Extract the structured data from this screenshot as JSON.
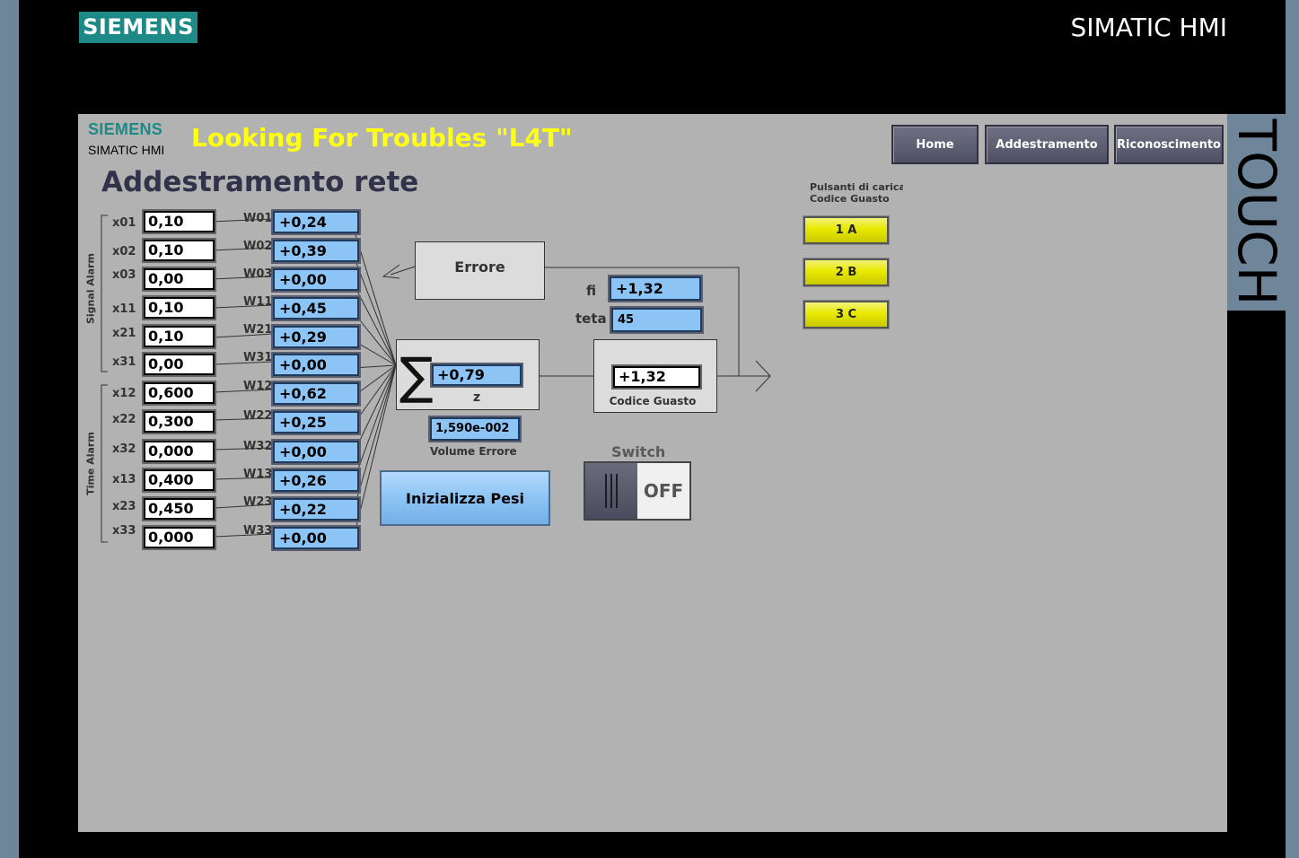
{
  "header": {
    "brand": "SIEMENS",
    "product": "SIMATIC HMI",
    "side_label": "TOUCH"
  },
  "screen": {
    "brand": "SIEMENS",
    "product": "SIMATIC HMI",
    "app_title": "Looking For Troubles \"L4T\"",
    "page_title": "Addestramento rete",
    "nav": {
      "home": "Home",
      "training": "Addestramento",
      "recognition": "Riconoscimento"
    },
    "groups": {
      "signal": "Signal Alarm",
      "time": "Time Alarm"
    },
    "inputs": [
      {
        "xlabel": "x01",
        "x": "0,10",
        "wlabel": "W01",
        "w": "+0,24"
      },
      {
        "xlabel": "x02",
        "x": "0,10",
        "wlabel": "W02",
        "w": "+0,39"
      },
      {
        "xlabel": "x03",
        "x": "0,00",
        "wlabel": "W03",
        "w": "+0,00"
      },
      {
        "xlabel": "x11",
        "x": "0,10",
        "wlabel": "W11",
        "w": "+0,45"
      },
      {
        "xlabel": "x21",
        "x": "0,10",
        "wlabel": "W21",
        "w": "+0,29"
      },
      {
        "xlabel": "x31",
        "x": "0,00",
        "wlabel": "W31",
        "w": "+0,00"
      },
      {
        "xlabel": "x12",
        "x": "0,600",
        "wlabel": "W12",
        "w": "+0,62"
      },
      {
        "xlabel": "x22",
        "x": "0,300",
        "wlabel": "W22",
        "w": "+0,25"
      },
      {
        "xlabel": "x32",
        "x": "0,000",
        "wlabel": "W32",
        "w": "+0,00"
      },
      {
        "xlabel": "x13",
        "x": "0,400",
        "wlabel": "W13",
        "w": "+0,26"
      },
      {
        "xlabel": "x23",
        "x": "0,450",
        "wlabel": "W23",
        "w": "+0,22"
      },
      {
        "xlabel": "x33",
        "x": "0,000",
        "wlabel": "W33",
        "w": "+0,00"
      }
    ],
    "error_block": "Errore",
    "sum": {
      "symbol": "∑",
      "value": "+0,79",
      "label": "z"
    },
    "volume": {
      "value": "1,590e-002",
      "label": "Volume Errore"
    },
    "fi": {
      "label": "fi",
      "value": "+1,32"
    },
    "teta": {
      "label": "teta",
      "value": "45"
    },
    "output": {
      "value": "+1,32",
      "label": "Codice Guasto"
    },
    "init_button": "Inizializza Pesi",
    "switch": {
      "label": "Switch",
      "state": "OFF"
    },
    "load_panel": {
      "title_line1": "Pulsanti di carica",
      "title_line2": "Codice Guasto",
      "buttons": [
        "1 A",
        "2 B",
        "3 C"
      ]
    }
  },
  "colors": {
    "brand": "#1d8a87",
    "title": "#ffff14",
    "field_blue": "#8cc4f5",
    "screen_bg": "#b2b2b2",
    "button_yellow": "#e9e900"
  }
}
